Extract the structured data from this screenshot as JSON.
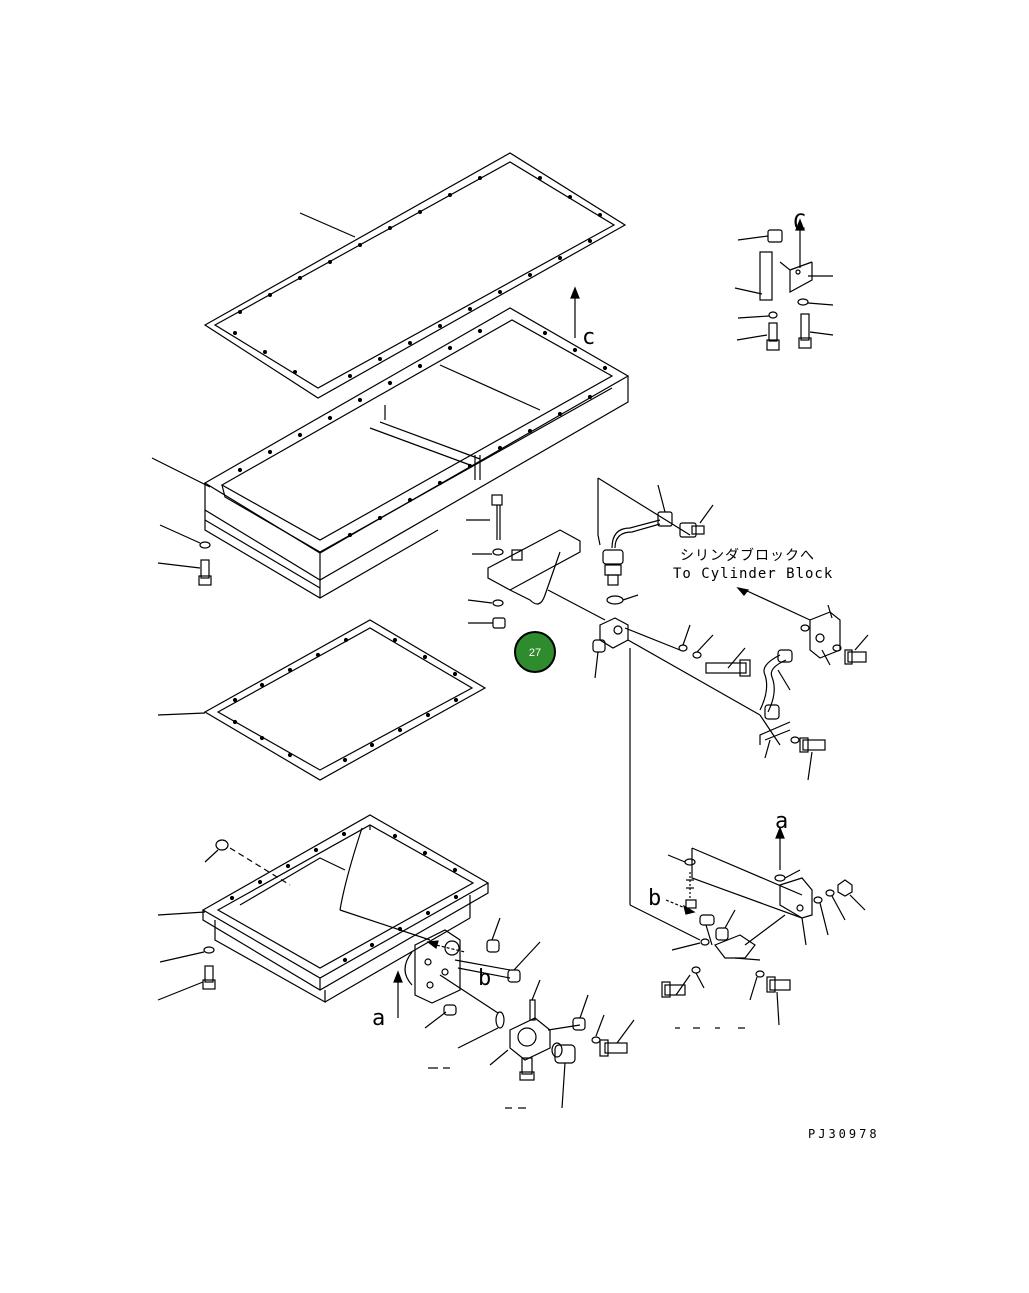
{
  "labels": {
    "ref_c": "C",
    "ref_c_lower": "c",
    "ref_a": "a",
    "ref_b": "b",
    "japanese_destination": "シリンダブロックへ",
    "english_destination": "To Cylinder Block",
    "drawing_code": "PJ30978"
  },
  "callout": {
    "number": "27",
    "color": "#2e8b2e"
  }
}
